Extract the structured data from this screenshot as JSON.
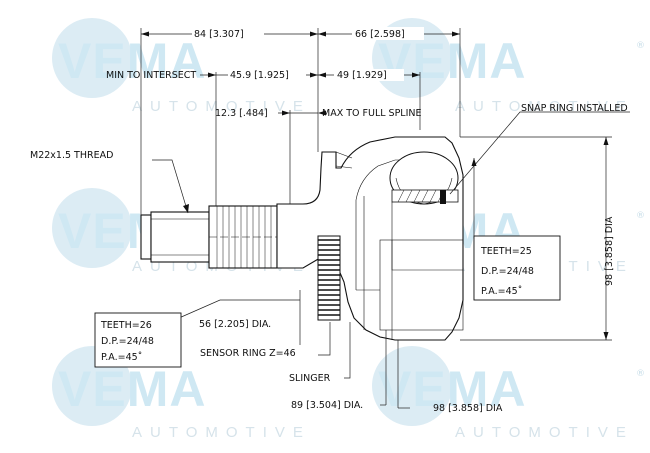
{
  "watermark": {
    "brand": "VEMA",
    "sub": "AUTOMOTIVE",
    "registered": "®"
  },
  "dimensions": {
    "overall_left": "84 [3.307]",
    "overall_right": "66 [2.598]",
    "min_to_intersect_label": "MIN TO INTERSECT",
    "min_to_intersect_value": "45.9 [1.925]",
    "intersect_right": "49 [1.929]",
    "small_offset": "12.3 [.484]",
    "max_to_full_spline": "MAX TO FULL SPLINE",
    "snap_ring": "SNAP RING INSTALLED",
    "thread": "M22x1.5 THREAD",
    "height_dia": "98 [3.858] DIA",
    "shaft_dia": "56 [2.205] DIA.",
    "sensor_ring": "SENSOR RING Z=46",
    "slinger": "SLINGER",
    "outer_dia_left": "89 [3.504] DIA.",
    "outer_dia_right": "98 [3.858] DIA"
  },
  "spline_outer": {
    "teeth": "TEETH=26",
    "dp": "D.P.=24/48",
    "pa": "P.A.=45˚"
  },
  "spline_inner": {
    "teeth": "TEETH=25",
    "dp": "D.P.=24/48",
    "pa": "P.A.=45˚"
  }
}
